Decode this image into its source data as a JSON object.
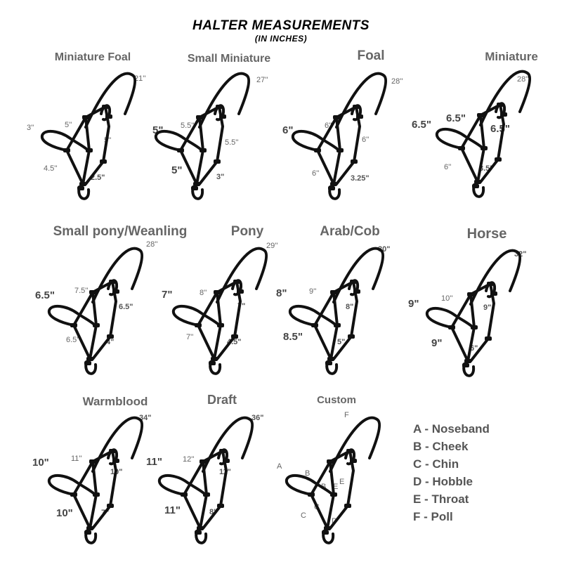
{
  "header": {
    "title": "HALTER MEASUREMENTS",
    "subtitle": "(IN INCHES)"
  },
  "halters": [
    {
      "name": "Miniature Foal",
      "poll": "21''",
      "noseband": "3''",
      "cheek": "5''",
      "throat": "5''",
      "chin": "4.5''",
      "hobble": "2.5\""
    },
    {
      "name": "Small Miniature",
      "poll": "27''",
      "noseband": "5\"",
      "cheek": "5.5''",
      "throat": "5.5''",
      "chin": "5\"",
      "hobble": "3\""
    },
    {
      "name": "Foal",
      "poll": "28''",
      "noseband": "6\"",
      "cheek": "6''",
      "throat": "6''",
      "chin": "6''",
      "hobble": "3.25\""
    },
    {
      "name": "Miniature",
      "poll": "28''",
      "noseband": "6.5\"",
      "cheek": "6.5\"",
      "throat": "6.5\"",
      "chin": "6''",
      "hobble": "3.5\""
    },
    {
      "name": "Small pony/Weanling",
      "poll": "28''",
      "noseband": "6.5\"",
      "cheek": "7.5''",
      "throat": "6.5\"",
      "chin": "6.5''",
      "hobble": "4\""
    },
    {
      "name": "Pony",
      "poll": "29''",
      "noseband": "7\"",
      "cheek": "8''",
      "throat": "7\"",
      "chin": "7''",
      "hobble": "4.5\""
    },
    {
      "name": "Arab/Cob",
      "poll": "30\"",
      "noseband": "8\"",
      "cheek": "9''",
      "throat": "8\"",
      "chin": "8.5\"",
      "hobble": "5\""
    },
    {
      "name": "Horse",
      "poll": "32\"",
      "noseband": "9\"",
      "cheek": "10''",
      "throat": "9\"",
      "chin": "9\"",
      "hobble": "6\""
    },
    {
      "name": "Warmblood",
      "poll": "34\"",
      "noseband": "10\"",
      "cheek": "11''",
      "throat": "10\"",
      "chin": "10\"",
      "hobble": "7\""
    },
    {
      "name": "Draft",
      "poll": "36\"",
      "noseband": "11\"",
      "cheek": "12''",
      "throat": "11\"",
      "chin": "11\"",
      "hobble": "8\""
    },
    {
      "name": "Custom",
      "poll": "F",
      "noseband": "A",
      "cheek": "B",
      "cheek2": "B",
      "throat": "E",
      "throat2": "E",
      "chin": "C",
      "chin2": "C",
      "hobble": "D"
    }
  ],
  "legend": [
    "A - Noseband",
    "B - Cheek",
    "C - Chin",
    "D - Hobble",
    "E - Throat",
    "F - Poll"
  ],
  "colors": {
    "rope": "#111111",
    "label": "#666666"
  }
}
